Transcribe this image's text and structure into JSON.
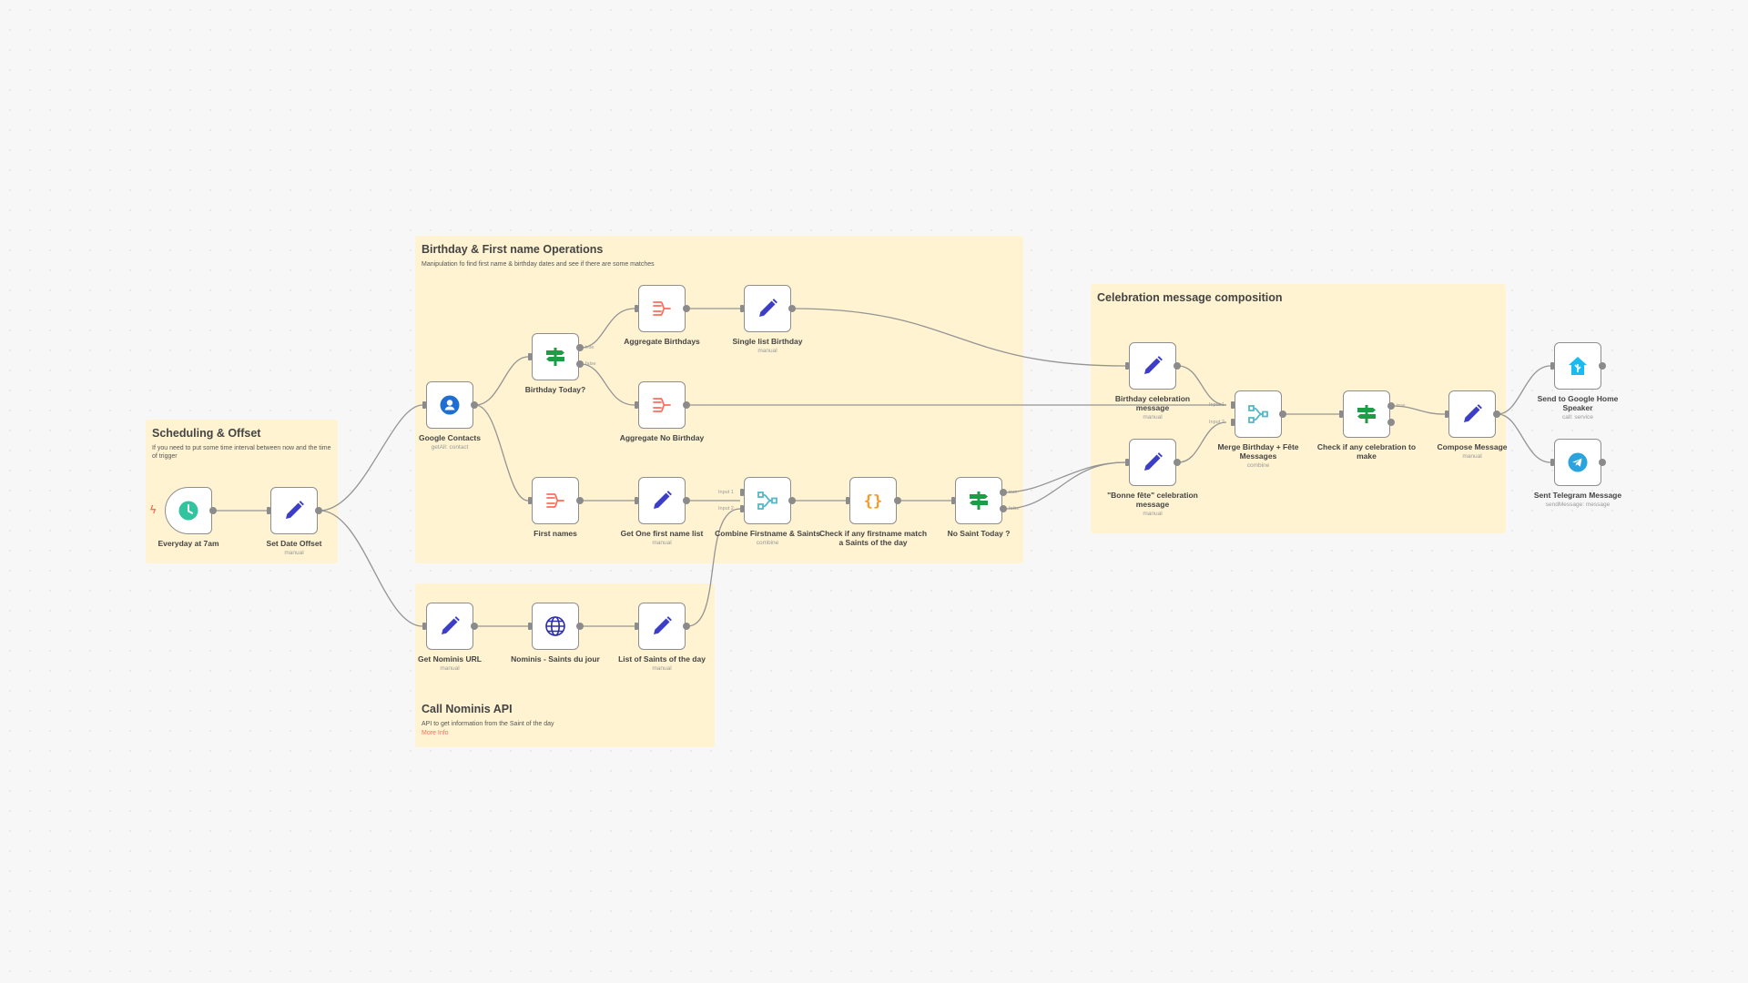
{
  "stickies": {
    "scheduling": {
      "title": "Scheduling & Offset",
      "desc": "If you need to put some time interval between now and the time of trigger"
    },
    "birthday": {
      "title": "Birthday & First name Operations",
      "desc": "Manipulation fo find first name & birthday dates and see if there are some matches"
    },
    "nominis": {
      "title": "Call Nominis API",
      "desc": "API to get information from the Saint of the day",
      "link": "More Info"
    },
    "celebration": {
      "title": "Celebration message composition"
    }
  },
  "nodes": {
    "everyday": {
      "label": "Everyday at 7am",
      "icon": "clock-icon",
      "color": "#31c49f"
    },
    "set_date_offset": {
      "label": "Set Date Offset",
      "sub": "manual",
      "icon": "pencil-icon",
      "color": "#3d3ec8"
    },
    "google_contacts": {
      "label": "Google Contacts",
      "sub": "getAll: contact",
      "icon": "contact-icon",
      "color": "#1e6fd1"
    },
    "birthday_today": {
      "label": "Birthday Today?",
      "icon": "branch-icon",
      "color": "#1c9e47",
      "out_true": "true",
      "out_false": "false"
    },
    "aggregate_birthdays": {
      "label": "Aggregate Birthdays",
      "icon": "aggregate-icon",
      "color": "#ff6d5a"
    },
    "single_list_birthday": {
      "label": "Single list Birthday",
      "sub": "manual",
      "icon": "pencil-icon",
      "color": "#3d3ec8"
    },
    "aggregate_no_birthday": {
      "label": "Aggregate No Birthday",
      "icon": "aggregate-icon",
      "color": "#ff6d5a"
    },
    "first_names": {
      "label": "First names",
      "icon": "aggregate-icon",
      "color": "#ff6d5a"
    },
    "get_one_first_name": {
      "label": "Get One first name list",
      "sub": "manual",
      "icon": "pencil-icon",
      "color": "#3d3ec8"
    },
    "combine_firstname": {
      "label": "Combine Firstname & Saints",
      "sub": "combine",
      "icon": "merge-icon",
      "color": "#54b8c9",
      "in1": "Input 1",
      "in2": "Input 2"
    },
    "check_firstname": {
      "label": "Check if any firstname match a Saints of the day",
      "icon": "code-icon",
      "color": "#ff9922"
    },
    "no_saint_today": {
      "label": "No Saint Today ?",
      "icon": "branch-icon",
      "color": "#1c9e47",
      "out_true": "true",
      "out_false": "false"
    },
    "get_nominis_url": {
      "label": "Get Nominis URL",
      "sub": "manual",
      "icon": "pencil-icon",
      "color": "#3d3ec8"
    },
    "nominis_saints": {
      "label": "Nominis - Saints du jour",
      "icon": "globe-icon",
      "color": "#2d2fa8"
    },
    "list_of_saints": {
      "label": "List of Saints of the day",
      "sub": "manual",
      "icon": "pencil-icon",
      "color": "#3d3ec8"
    },
    "birthday_celebration": {
      "label": "Birthday celebration message",
      "sub": "manual",
      "icon": "pencil-icon",
      "color": "#3d3ec8"
    },
    "bonne_fete": {
      "label": "\"Bonne fête\" celebration message",
      "sub": "manual",
      "icon": "pencil-icon",
      "color": "#3d3ec8"
    },
    "merge_birthday": {
      "label": "Merge Birthday + Fête Messages",
      "sub": "combine",
      "icon": "merge-icon",
      "color": "#54b8c9",
      "in1": "Input 1",
      "in2": "Input 2"
    },
    "check_celebration": {
      "label": "Check if any celebration to make",
      "icon": "branch-icon",
      "color": "#1c9e47",
      "out_true": "true"
    },
    "compose_message": {
      "label": "Compose Message",
      "sub": "manual",
      "icon": "pencil-icon",
      "color": "#3d3ec8"
    },
    "google_home": {
      "label": "Send to Google Home Speaker",
      "sub": "call: service",
      "icon": "home-assistant-icon",
      "color": "#18bcf2"
    },
    "telegram": {
      "label": "Sent Telegram Message",
      "sub": "sendMessage: message",
      "icon": "telegram-icon",
      "color": "#2aa3df"
    }
  }
}
